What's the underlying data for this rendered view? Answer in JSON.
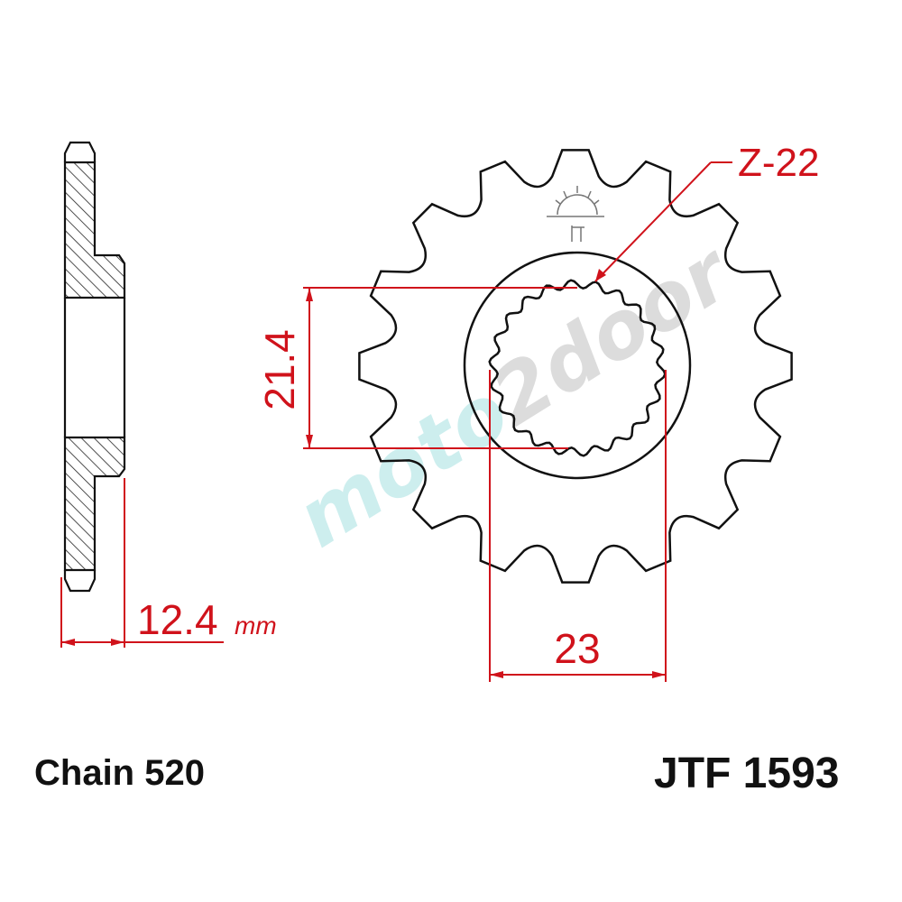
{
  "part_number": "JTF 1593",
  "chain": "Chain 520",
  "teeth_label": "Z-22",
  "dimensions": {
    "spline_height": "21.4",
    "spline_width": "23",
    "offset": "12.4",
    "offset_unit": "mm"
  },
  "watermark": "moto2door",
  "colors": {
    "dimension": "#d0121b",
    "outline": "#111111",
    "watermark_cyan": "#cdeeee",
    "watermark_gray": "#dcdcdc"
  },
  "sprocket": {
    "outer_teeth": 16,
    "spline_teeth": 22
  }
}
